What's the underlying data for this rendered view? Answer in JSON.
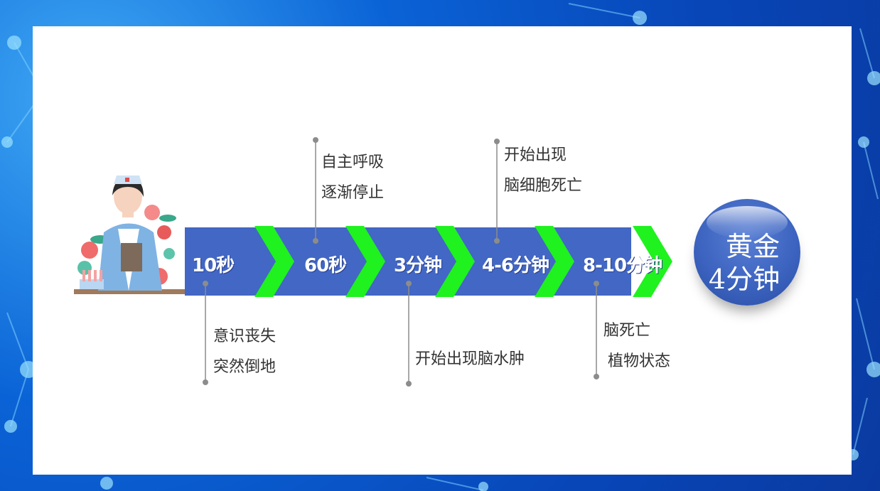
{
  "timeline": {
    "segments": [
      {
        "label": "10秒",
        "note_position": "below",
        "note_lines": [
          "意识丧失",
          "突然倒地"
        ]
      },
      {
        "label": "60秒",
        "note_position": "above",
        "note_lines": [
          "自主呼吸",
          "逐渐停止"
        ]
      },
      {
        "label": "3分钟",
        "note_position": "below",
        "note_lines": [
          "开始出现脑水肿"
        ]
      },
      {
        "label": "4-6分钟",
        "note_position": "above",
        "note_lines": [
          "开始出现",
          "脑细胞死亡"
        ]
      },
      {
        "label": "8-10分钟",
        "note_position": "below",
        "note_lines": [
          "脑死亡",
          "植物状态"
        ]
      }
    ]
  },
  "golden": {
    "line1": "黄金",
    "line2": "4分钟"
  },
  "colors": {
    "bar_blue": "#4267c4",
    "chevron_green": "#1ff21f",
    "note_text": "#333333",
    "connector_gray": "#8c8c8c",
    "page_bg_blue": "#0a63d6"
  },
  "illustration": {
    "icon": "nurse-with-flowers-icon"
  }
}
